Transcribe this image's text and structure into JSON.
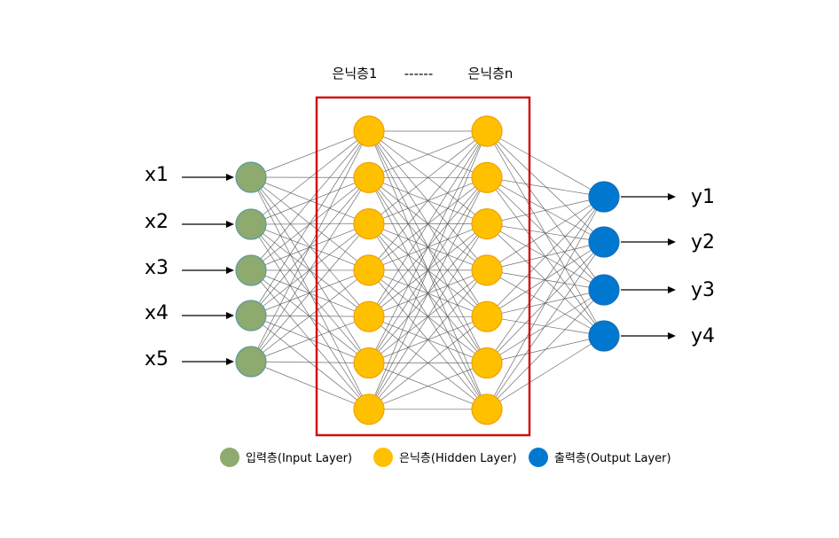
{
  "header": {
    "hidden_first": "은닉층1",
    "dots": "------",
    "hidden_last": "은닉층n"
  },
  "inputs": [
    "x1",
    "x2",
    "x3",
    "x4",
    "x5"
  ],
  "outputs": [
    "y1",
    "y2",
    "y3",
    "y4"
  ],
  "hidden_layers": {
    "shown_columns": 2,
    "neurons_per_column": 7
  },
  "legend": [
    {
      "label": "입력층(Input Layer)",
      "color": "#8eaa6e"
    },
    {
      "label": "은닉층(Hidden Layer)",
      "color": "#ffc000"
    },
    {
      "label": "출력층(Output Layer)",
      "color": "#0078d0"
    }
  ],
  "colors": {
    "input_fill": "#8eaa6e",
    "input_stroke": "#5e9aa0",
    "hidden_fill": "#ffc000",
    "hidden_stroke": "#f0a000",
    "output_fill": "#0078d0",
    "output_stroke": "#1d6fb8",
    "highlight_box": "#d01010",
    "connection": "#555555"
  }
}
